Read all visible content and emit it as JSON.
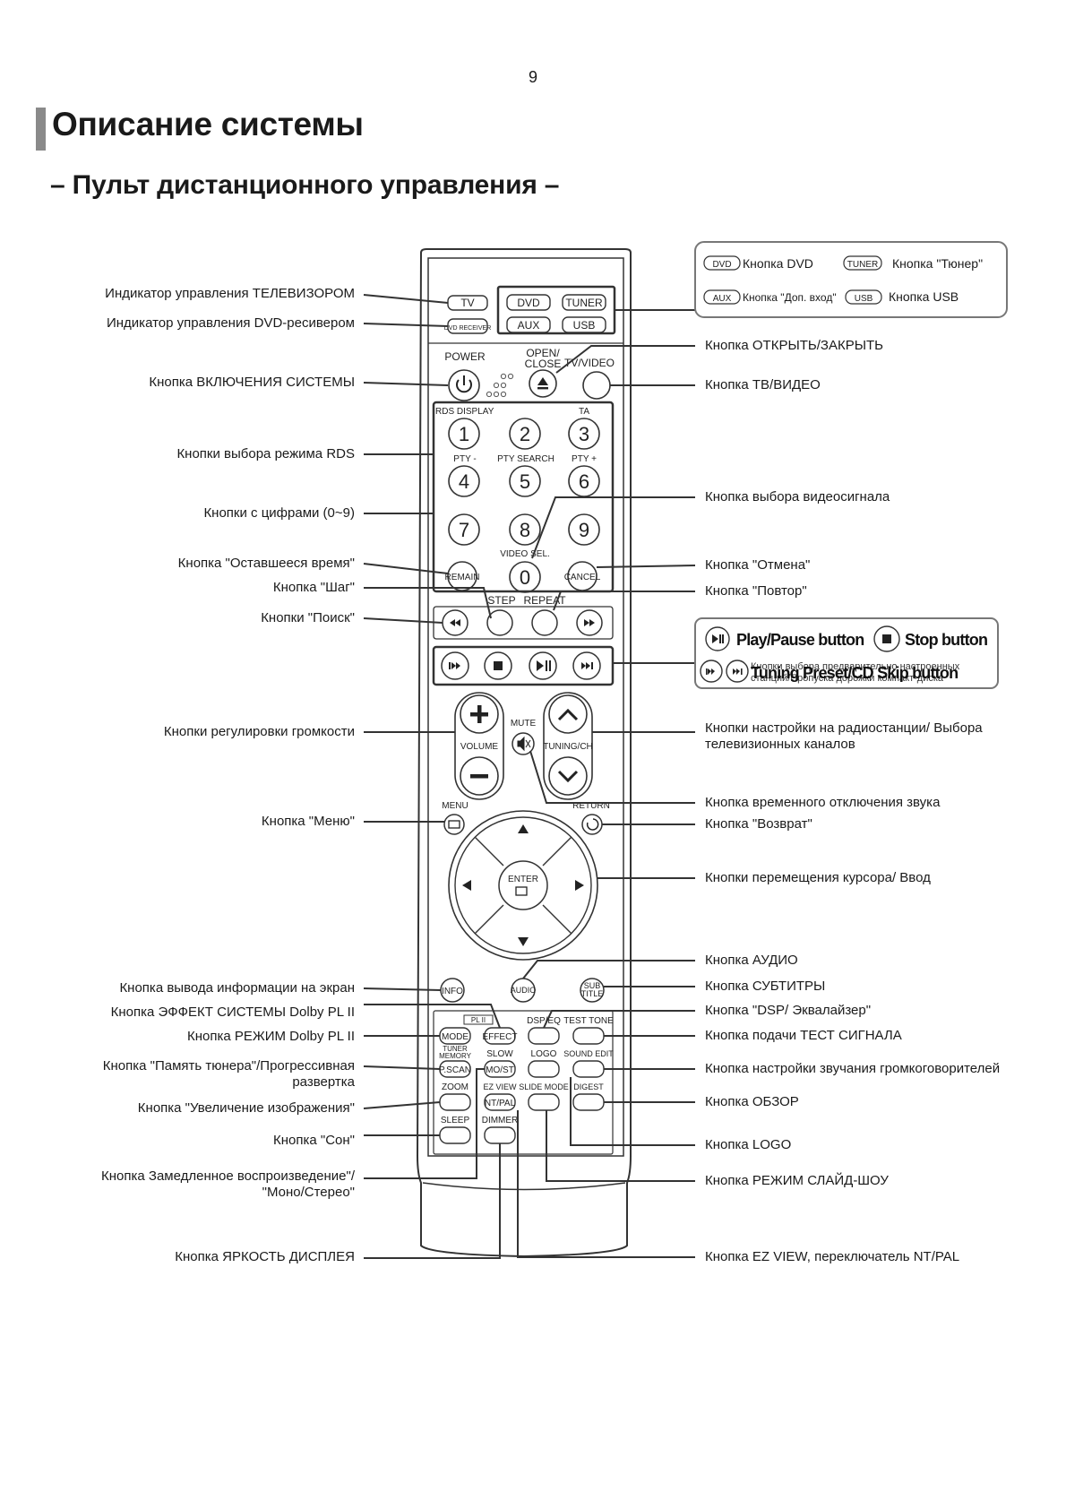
{
  "page_number": "9",
  "title": "Описание системы",
  "subtitle": "– Пульт дистанционного управления –",
  "left_labels": [
    "Индикатор управления ТЕЛЕВИЗОРОМ",
    "Индикатор управления DVD-ресивером",
    "Кнопка ВКЛЮЧЕНИЯ СИСТЕМЫ",
    "Кнопки выбора режима RDS",
    "Кнопки с цифрами (0~9)",
    "Кнопка \"Оставшееся время\"",
    "Кнопка \"Шаг\"",
    "Кнопки \"Поиск\"",
    "Кнопки регулировки громкости",
    "Кнопка \"Меню\"",
    "Кнопка вывода информации на экран",
    "Кнопка ЭФФЕКТ СИСТЕМЫ Dolby PL II",
    "Кнопка РЕЖИМ Dolby PL II",
    "Кнопка \"Память тюнера\"/Прогрессивная\nразвертка",
    "Кнопка \"Увеличение изображения\"",
    "Кнопка \"Сон\"",
    "Кнопка Замедленное воспроизведение\"/\n\"Моно/Стерео\"",
    "Кнопка ЯРКОСТЬ ДИСПЛЕЯ"
  ],
  "right_labels": [
    "Кнопка ОТКРЫТЬ/ЗАКРЫТЬ",
    "Кнопка ТВ/ВИДЕО",
    "Кнопка выбора видеосигнала",
    "Кнопка \"Отмена\"",
    "Кнопка \"Повтор\"",
    "Кнопки настройки на радиостанции/ Выбора\nтелевизионных каналов",
    "Кнопка временного отключения звука",
    "Кнопка \"Возврат\"",
    "Кнопки перемещения курсора/ Ввод",
    "Кнопка АУДИО",
    "Кнопка СУБТИТРЫ",
    "Кнопка \"DSP/ Эквалайзер\"",
    "Кнопка подачи ТЕСТ СИГНАЛА",
    "Кнопка настройки звучания громкоговорителей",
    "Кнопка ОБЗОР",
    "Кнопка LOGO",
    "Кнопка РЕЖИМ СЛАЙД-ШОУ",
    "Кнопка EZ VIEW, переключатель NT/PAL"
  ],
  "legend_top": {
    "dvd_key": "DVD",
    "dvd_label": "Кнопка DVD",
    "tuner_key": "TUNER",
    "tuner_label": "Кнопка \"Тюнер\"",
    "aux_key": "AUX",
    "aux_label": "Кнопка \"Доп. вход\"",
    "usb_key": "USB",
    "usb_label": "Кнопка USB"
  },
  "legend_play": {
    "play_pause": "Play/Pause button",
    "stop": "Stop button",
    "tuning_skip": "Tuning Preset/CD Skip button",
    "ghost_line1": "Кнопки выбора предварительно настроенных",
    "ghost_line2": "станций/Пропуска дорожки компакт-диска"
  },
  "remote": {
    "tv": "TV",
    "dvd_receiver": "DVD RECEIVER",
    "dvd": "DVD",
    "tuner": "TUNER",
    "aux": "AUX",
    "usb": "USB",
    "power": "POWER",
    "open": "OPEN/",
    "close": "CLOSE",
    "tvvideo": "TV/VIDEO",
    "rds_display": "RDS DISPLAY",
    "ta": "TA",
    "pty_minus": "PTY -",
    "pty_search": "PTY SEARCH",
    "pty_plus": "PTY +",
    "digits": [
      "1",
      "2",
      "3",
      "4",
      "5",
      "6",
      "7",
      "8",
      "9",
      "0"
    ],
    "video_sel": "VIDEO SEL.",
    "remain": "REMAIN",
    "cancel": "CANCEL",
    "step": "STEP",
    "repeat": "REPEAT",
    "mute": "MUTE",
    "volume": "VOLUME",
    "tuning_ch": "TUNING/CH",
    "menu": "MENU",
    "return": "RETURN",
    "enter": "ENTER",
    "info": "INFO",
    "audio": "AUDIO",
    "sub": "SUB",
    "title": "TITLE",
    "plii": "PL II",
    "dsp_eq": "DSP/EQ",
    "test_tone": "TEST TONE",
    "mode": "MODE",
    "effect": "EFFECT",
    "tuner_memory_1": "TUNER",
    "tuner_memory_2": "MEMORY",
    "slow": "SLOW",
    "logo": "LOGO",
    "sound_edit": "SOUND EDIT",
    "pscan": "P.SCAN",
    "mo_st": "MO/ST",
    "zoom": "ZOOM",
    "ez_view": "EZ VIEW",
    "slide_mode": "SLIDE MODE",
    "digest": "DIGEST",
    "nt_pal": "NT/PAL",
    "sleep": "SLEEP",
    "dimmer": "DIMMER"
  }
}
